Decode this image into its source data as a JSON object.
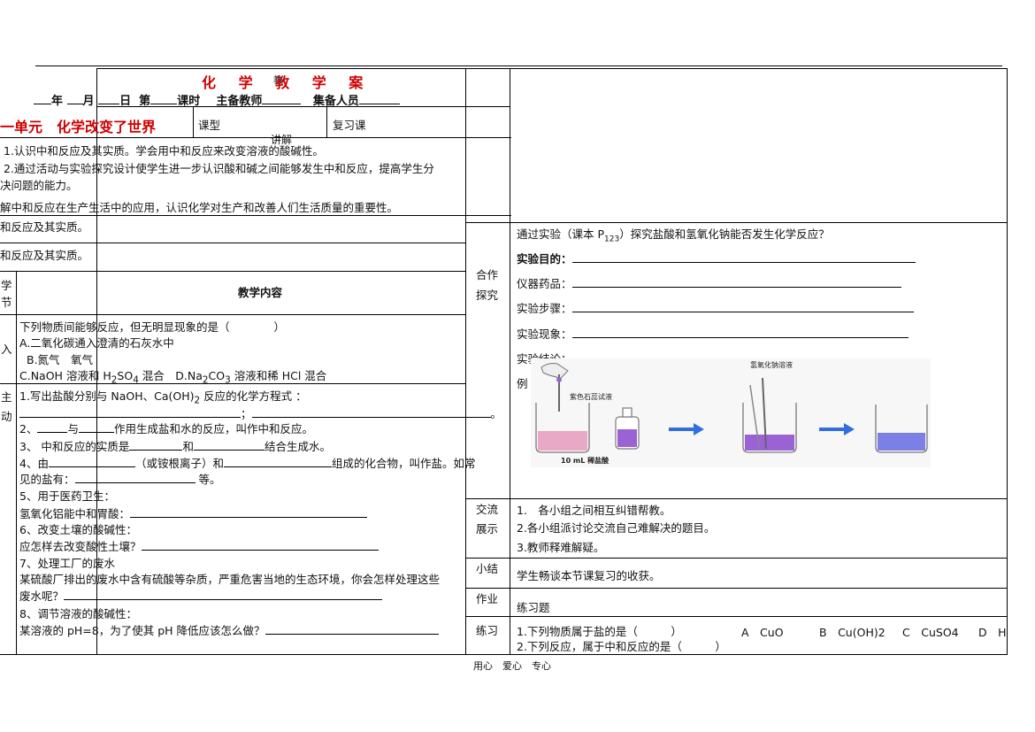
{
  "title": "化 学 教 学 案",
  "title_overlap": "教",
  "header_line": {
    "year": "年",
    "month": "月",
    "day": "日",
    "lesson_prefix": "第",
    "lesson_suffix": "课时",
    "teacher": "主备教师",
    "group": "集备人员"
  },
  "unit_title": "一单元　化学改变了世界",
  "lesson_type_label": "课型",
  "lesson_type_value": "复习课",
  "explain": "讲解",
  "objectives": [
    "1.认识中和反应及其实质。学会用中和反应来改变溶液的酸碱性。",
    "2.通过活动与实验探究设计使学生进一步认识酸和碱之间能够发生中和反应，提高学生分",
    "决问题的能力。",
    "解中和反应在生产生活中的应用，认识化学对生产和改善人们生活质量的重要性。"
  ],
  "key_point": "和反应及其实质。",
  "difficulty": "和反应及其实质。",
  "left_col_labels": {
    "a": "学",
    "b": "节",
    "c": "入",
    "d": "主",
    "e": "动"
  },
  "content_header": "教学内容",
  "intro_question": {
    "stem": "下列物质间能够反应，但无明显现象的是（　　　　）",
    "a": "A.二氧化碳通入澄清的石灰水中",
    "b": "B.氮气　氧气",
    "c_part1": "C.NaOH 溶液和 H",
    "c_sub1": "2",
    "c_part2": "SO",
    "c_sub2": "4",
    "c_part3": " 混合　D.Na",
    "c_sub3": "2",
    "c_part4": "CO",
    "c_sub4": "3",
    "c_part5": " 溶液和稀 HCl 混合"
  },
  "items": {
    "q1": "1.写出盐酸分别与 NaOH、Ca(OH)",
    "q1_sub": "2",
    "q1_end": " 反应的化学方程式 ：",
    "q1_mid": "；",
    "q1_tail": "。",
    "q2_a": "2、",
    "q2_b": "与",
    "q2_c": "作用生成盐和水的反应，叫作中和反应。",
    "q3_a": "3、 中和反应的实质是",
    "q3_b": "和",
    "q3_c": "结合生成水。",
    "q4_a": "4、由",
    "q4_b": "（或铵根离子）和",
    "q4_c": "组成的化合物，叫作盐。如常",
    "q4_d": "见的盐有：",
    "q4_e": "等。",
    "q5": "5、用于医药卫生：",
    "q5_sub": "氢氧化铝能中和胃酸：",
    "q6": "6、改变土壤的酸碱性：",
    "q6_sub": "应怎样去改变酸性土壤？",
    "q7": "7、处理工厂的废水",
    "q7_sub1": "某硫酸厂排出的废水中含有硫酸等杂质，严重危害当地的生态环境，你会怎样处理这些",
    "q7_sub2": "废水呢？",
    "q8": "8、调节溶液的酸碱性：",
    "q8_sub": "某溶液的 pH=8，为了使其 pH 降低应该怎么做？"
  },
  "right_labels": {
    "coop1": "合作",
    "coop2": "探究",
    "exchange1": "交流",
    "exchange2": "展示",
    "summary": "小结",
    "homework": "作业",
    "practice": "练习"
  },
  "experiment": {
    "intro_a": "通过实验（课本 P",
    "intro_sub": "123",
    "intro_b": "）探究盐酸和氢氧化钠能否发生化学反应？",
    "purpose": "实验目的：",
    "reagents": "仪器药品：",
    "steps": "实验步骤：",
    "phenomenon": "实验现象：",
    "conclusion": "实验结论：",
    "example": "例",
    "fig_label_indicator": "紫色石蕊试液",
    "fig_label_naoh": "氢氧化钠溶液",
    "fig_label_hcl": "10 mL 稀盐酸",
    "colors": {
      "pink": "#e9a9c6",
      "purple": "#9b62d6",
      "blue": "#7b7fe6",
      "arrow": "#2f6fe0"
    }
  },
  "exchange": [
    "1.　各小组之间相互纠错帮教。",
    "2.各小组派讨论交流自己难解决的题目。",
    "3.教师释难解疑。"
  ],
  "summary_text": "学生畅谈本节课复习的收获。",
  "homework_text": "练习题",
  "practice": {
    "q1": "1.下列物质属于盐的是（　　　）",
    "opt_a": "A　CuO",
    "opt_b": "B　Cu(OH)2",
    "opt_c": "C　CuSO4",
    "opt_d": "D　H",
    "q2": "2.下列反应，属于中和反应的是（　　　）"
  },
  "footer": "用心　爱心　专心"
}
